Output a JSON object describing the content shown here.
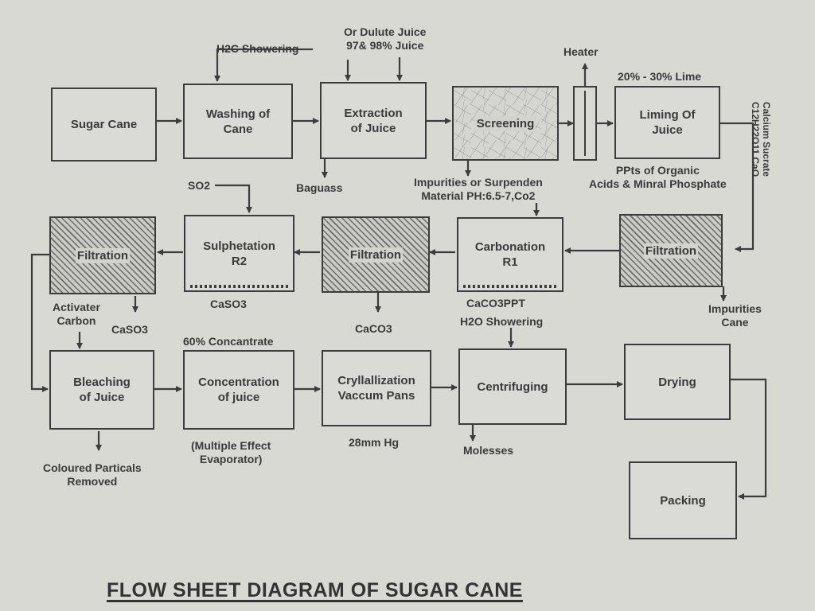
{
  "title": "FLOW SHEET DIAGRAM OF SUGAR CANE",
  "boxes": {
    "sugar_cane": "Sugar Cane",
    "washing": "Washing of\nCane",
    "extraction": "Extraction\nof Juice",
    "screening": "Screening",
    "liming": "Liming Of\nJuice",
    "filtration_right": "Filtration",
    "carbonation": "Carbonation\nR1",
    "filtration_middle": "Filtration",
    "sulphetation": "Sulphetation\nR2",
    "filtration_left": "Filtration",
    "bleaching": "Bleaching\nof Juice",
    "concentration": "Concentration\nof juice",
    "crystallization": "Cryllallization\nVaccum Pans",
    "centrifuging": "Centrifuging",
    "drying": "Drying",
    "packing": "Packing"
  },
  "labels": {
    "h2o_showering_top": "H2C Showering",
    "dilute_juice": "Or Dulute Juice\n97& 98% Juice",
    "heater": "Heater",
    "lime": "20% - 30% Lime",
    "baguass": "Baguass",
    "impurities": "Impurities or Surpenden\nMaterial PH:6.5-7,Co2",
    "ppts": "PPts of Organic\nAcids & Minral Phosphate",
    "calcium_sucrate": "Calcium Sucrate\nC12H22O11.CaO",
    "so2": "SO2",
    "caso3_under": "CaSO3",
    "caco3_ppt": "CaCO3PPT",
    "impurities_cane": "Impurities\nCane",
    "activated_carbon": "Activater\nCarbon",
    "caso3_left": "CaSO3",
    "caco3_middle": "CaCO3",
    "h2o_showering_bottom": "H2O Showering",
    "concentrate": "60% Concantrate",
    "coloured": "Coloured Particals\nRemoved",
    "multiple_effect": "(Multiple Effect\nEvaporator)",
    "pressure": "28mm Hg",
    "molasses": "Molesses"
  },
  "colors": {
    "line": "#3c3c3c",
    "paper": "#d9d9d4"
  }
}
